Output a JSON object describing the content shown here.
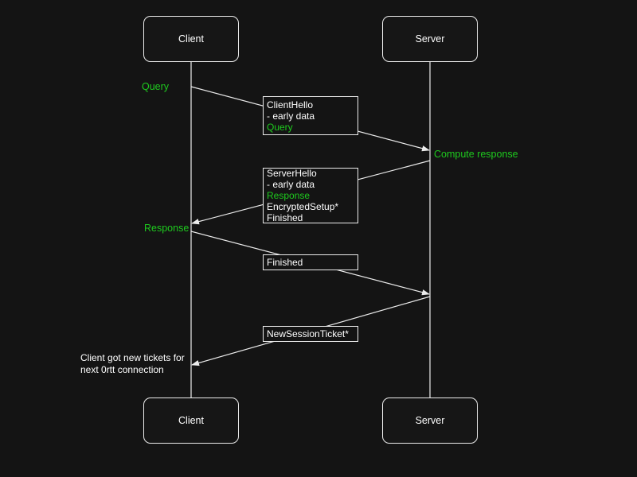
{
  "colors": {
    "background": "#141414",
    "stroke": "#ececec",
    "text": "#ffffff",
    "accent_green": "#1ecb1e"
  },
  "actors": {
    "client": "Client",
    "server": "Server"
  },
  "messages": [
    {
      "name": "client-hello",
      "lines": [
        {
          "text": "ClientHello",
          "color": "white"
        },
        {
          "text": "- early data",
          "color": "white"
        },
        {
          "text": "Query",
          "color": "green"
        }
      ]
    },
    {
      "name": "server-hello",
      "lines": [
        {
          "text": "ServerHello",
          "color": "white"
        },
        {
          "text": "- early data",
          "color": "white"
        },
        {
          "text": "Response",
          "color": "green"
        },
        {
          "text": "EncryptedSetup*",
          "color": "white"
        },
        {
          "text": "Finished",
          "color": "white"
        }
      ]
    },
    {
      "name": "finished",
      "lines": [
        {
          "text": "Finished",
          "color": "white"
        }
      ]
    },
    {
      "name": "new-session-ticket",
      "lines": [
        {
          "text": "NewSessionTicket*",
          "color": "white"
        }
      ]
    }
  ],
  "annotations": [
    {
      "text": "Query",
      "color": "green"
    },
    {
      "text": "Compute response",
      "color": "green"
    },
    {
      "text": "Response",
      "color": "green"
    },
    {
      "text": "Client got new tickets for\nnext 0rtt connection",
      "color": "white"
    }
  ]
}
